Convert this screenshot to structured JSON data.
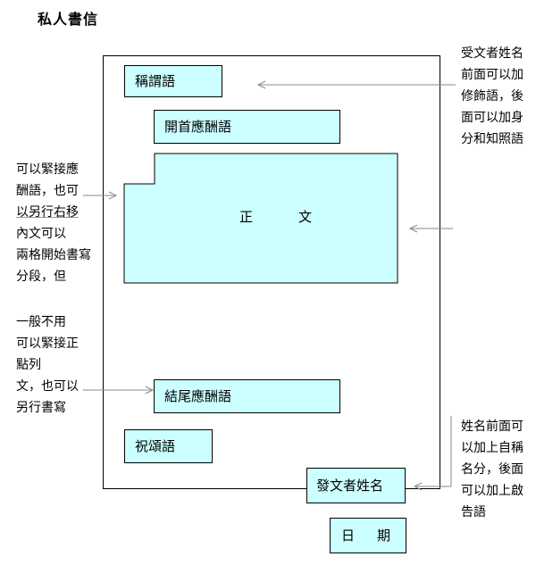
{
  "title": "私人書信",
  "boxes": {
    "salutation": "稱謂語",
    "opening": "開首應酬語",
    "body_left": "正",
    "body_right": "文",
    "closing": "結尾應酬語",
    "blessing": "祝頌語",
    "sender": "發文者姓名",
    "date_left": "日",
    "date_right": "期"
  },
  "notes": {
    "recipient_name": [
      "受文者姓名",
      "前面可以加",
      "修飾語，後",
      "面可以加身",
      "分和知照語"
    ],
    "indent": [
      "可以緊接應",
      "酬語，也可",
      "以另行右移",
      "內文可以",
      "兩格開始書寫",
      "分段，但"
    ],
    "usually": [
      "一般不用",
      "可以緊接正",
      "點列",
      "文，也可以",
      "另行書寫"
    ],
    "sender_name": [
      "姓名前面可",
      "以加上自稱",
      "名分，後面",
      "可以加上啟",
      "告語"
    ]
  }
}
